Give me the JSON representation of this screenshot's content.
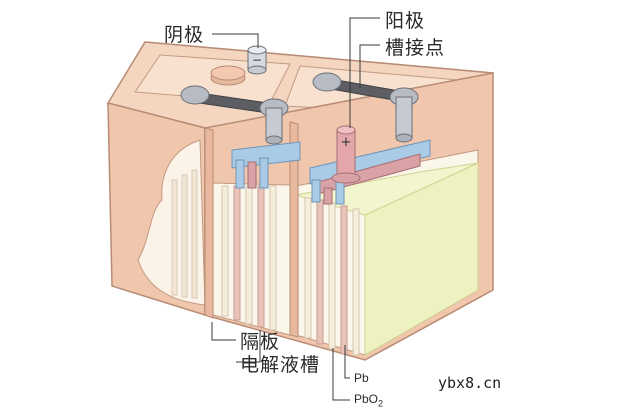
{
  "labels": {
    "negative_electrode": "阴极",
    "positive_electrode": "阳极",
    "tank_contact": "槽接点",
    "separator": "隔板",
    "electrolyte_tank": "电解液槽",
    "pb": "Pb",
    "pbo2_base": "PbO",
    "pbo2_sub": "2"
  },
  "terminals": {
    "negative_sign": "−",
    "positive_sign": "+"
  },
  "watermark": "ybx8.cn"
}
